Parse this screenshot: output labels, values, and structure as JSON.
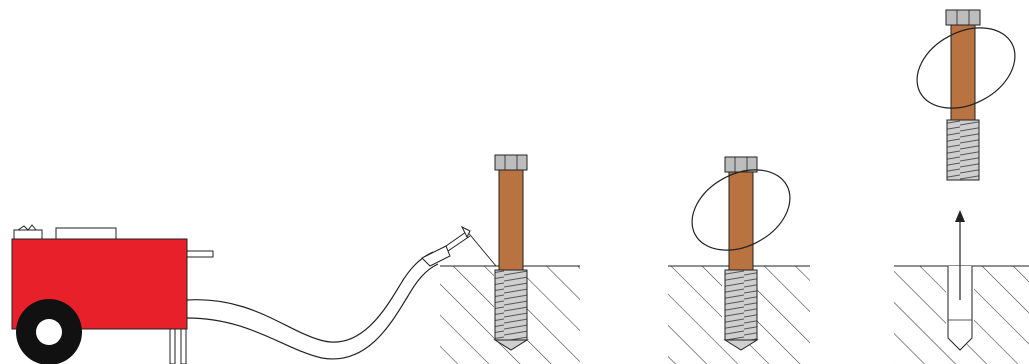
{
  "diagram": {
    "stages": [
      {
        "name": "welding-stage",
        "bolt": "bolt-in-hole-with-tong"
      },
      {
        "name": "cutting-stage",
        "bolt": "bolt-in-hole-with-loop"
      },
      {
        "name": "extraction-stage",
        "bolt": "bolt-lifted-out"
      }
    ],
    "colors": {
      "machine": "#e8202a",
      "bolt_shank": "#b87340",
      "bolt_thread": "#c8c8c8",
      "bolt_head": "#bdbdbd",
      "hatch": "#444444",
      "outline": "#222222"
    },
    "icons": [
      "welding-machine-icon",
      "wheel-icon",
      "tong-icon",
      "upward-arrow-icon"
    ]
  }
}
